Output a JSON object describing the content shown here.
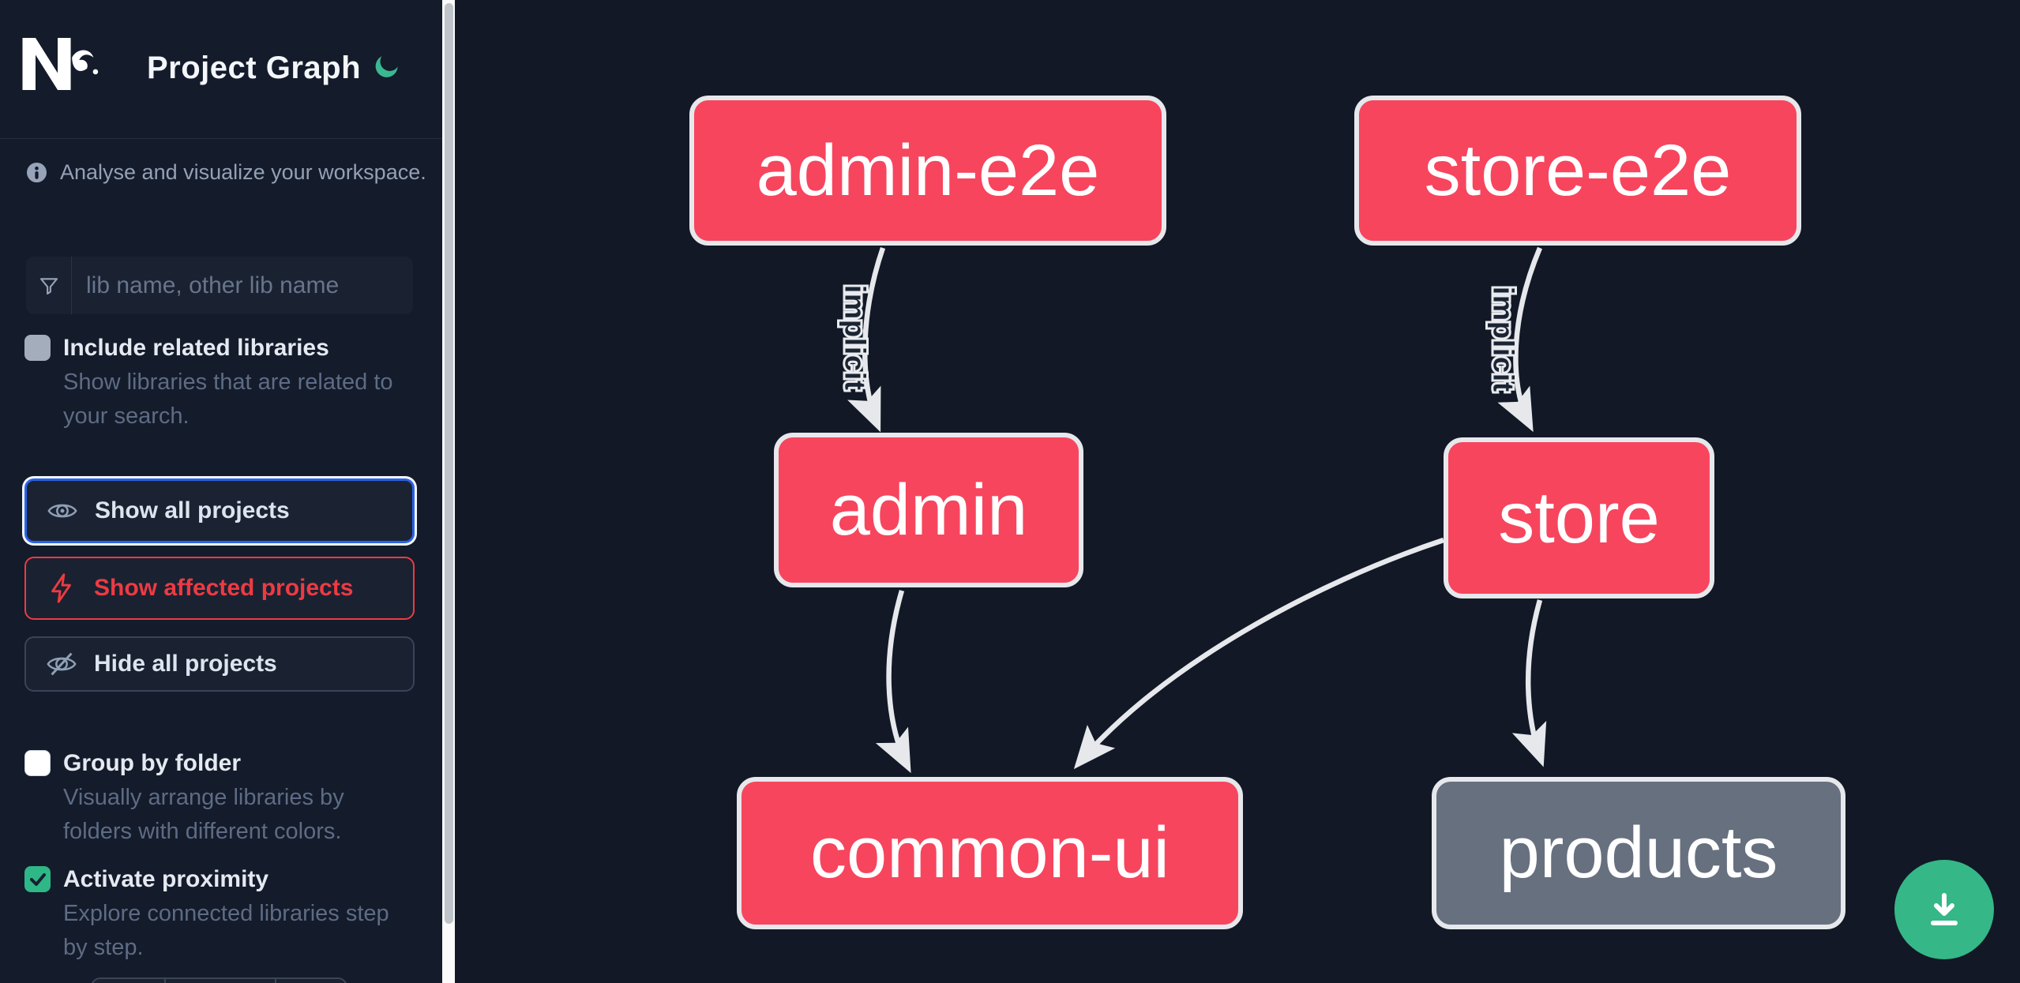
{
  "header": {
    "title": "Project Graph",
    "logo": "nx-logo",
    "theme_icon": "moon"
  },
  "sidebar": {
    "info_text": "Analyse and visualize your workspace.",
    "search": {
      "placeholder": "lib name, other lib name",
      "value": ""
    },
    "toggles": [
      {
        "label": "Include related libraries",
        "description_line1": "Show libraries that are related to",
        "description_line2": "your search.",
        "checked": false
      },
      {
        "label": "Group by folder",
        "description_line1": "Visually arrange libraries by",
        "description_line2": "folders with different colors.",
        "checked": false
      },
      {
        "label": "Activate proximity",
        "description_line1": "Explore connected libraries step",
        "description_line2": "by step.",
        "checked": true
      }
    ],
    "buttons": [
      {
        "label": "Show all projects",
        "icon": "eye",
        "state": "focused"
      },
      {
        "label": "Show affected projects",
        "icon": "bolt",
        "state": "affected"
      },
      {
        "label": "Hide all projects",
        "icon": "eye-off",
        "state": "default"
      }
    ]
  },
  "graph": {
    "nodes": [
      {
        "id": "admin-e2e",
        "label": "admin-e2e",
        "color": "#f7455e"
      },
      {
        "id": "store-e2e",
        "label": "store-e2e",
        "color": "#f7455e"
      },
      {
        "id": "admin",
        "label": "admin",
        "color": "#f7455e"
      },
      {
        "id": "store",
        "label": "store",
        "color": "#f7455e"
      },
      {
        "id": "common-ui",
        "label": "common-ui",
        "color": "#f7455e"
      },
      {
        "id": "products",
        "label": "products",
        "color": "#67707f"
      }
    ],
    "edges": [
      {
        "source": "admin-e2e",
        "target": "admin",
        "label": "implicit"
      },
      {
        "source": "store-e2e",
        "target": "store",
        "label": "implicit"
      },
      {
        "source": "admin",
        "target": "common-ui",
        "label": ""
      },
      {
        "source": "store",
        "target": "common-ui",
        "label": ""
      },
      {
        "source": "store",
        "target": "products",
        "label": ""
      }
    ]
  },
  "fab": {
    "icon": "download"
  },
  "colors": {
    "background": "#121826",
    "node_pink": "#f7455e",
    "node_gray": "#67707f",
    "node_border": "#e6e8ec",
    "edge": "#e6e8ec",
    "accent_green": "#35b788",
    "affected_red": "#ee3a43",
    "focus_blue": "#2b63e8"
  }
}
